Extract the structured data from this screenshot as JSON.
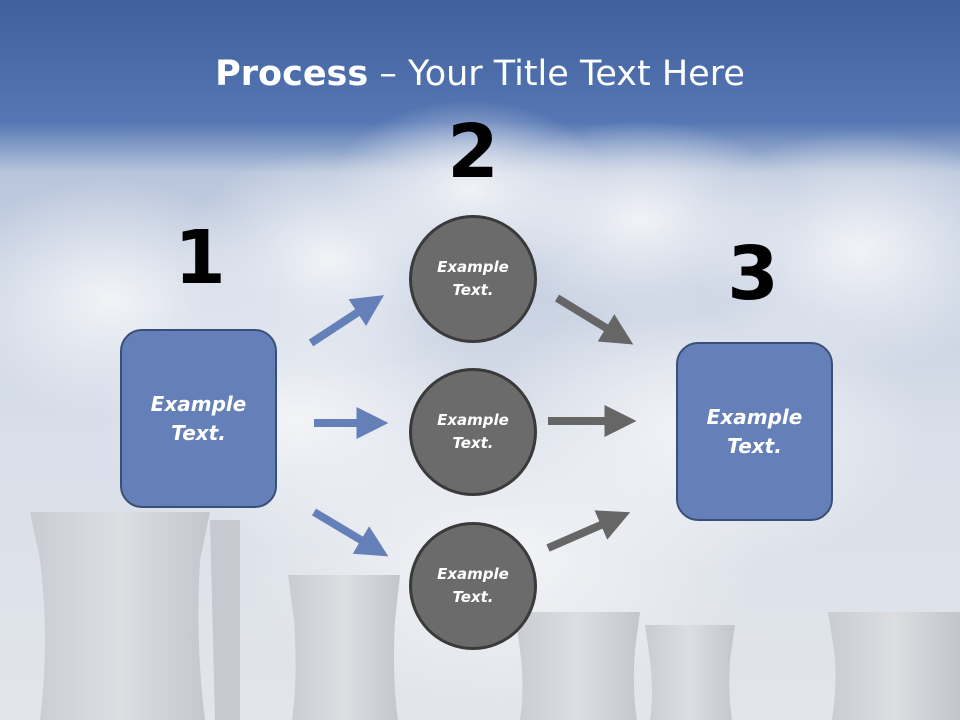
{
  "slide": {
    "title_bold": "Process",
    "title_rest": " – Your Title Text Here"
  },
  "steps": {
    "one": "1",
    "two": "2",
    "three": "3"
  },
  "boxes": {
    "left": "Example Text.",
    "right": "Example Text."
  },
  "circles": {
    "top": "Example Text.",
    "middle": "Example Text.",
    "bottom": "Example Text."
  },
  "colors": {
    "banner": "#4a6aa5",
    "box_fill": "#6580b8",
    "circle_fill": "#6b6b6b",
    "arrow_blue": "#6580b8",
    "arrow_gray": "#666666"
  }
}
